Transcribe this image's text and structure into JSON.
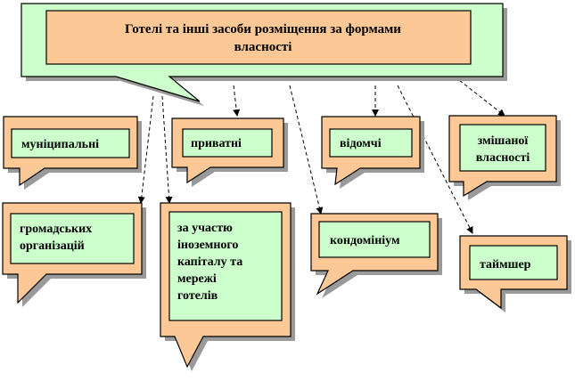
{
  "colors": {
    "title_outer": "#ccffcc",
    "title_inner": "#fcc996",
    "callout_outer": "#fcc996",
    "callout_inner": "#ccffcc",
    "outline": "#000000",
    "shadow": "#9a9a9a"
  },
  "title": {
    "lines": [
      "Готелі та інші засоби розміщення за формами",
      "власності"
    ]
  },
  "categories": [
    {
      "id": "municipal",
      "lines": [
        "муніципальні"
      ]
    },
    {
      "id": "private",
      "lines": [
        "приватні"
      ]
    },
    {
      "id": "departmental",
      "lines": [
        "відомчі"
      ]
    },
    {
      "id": "mixed",
      "lines": [
        "змішаної",
        "власності"
      ]
    },
    {
      "id": "public-organizations",
      "lines": [
        "громадських",
        "організацій"
      ]
    },
    {
      "id": "foreign-capital",
      "lines": [
        "за  участю",
        "іноземного",
        "капіталу   та",
        "мережі",
        "готелів"
      ]
    },
    {
      "id": "condominium",
      "lines": [
        "кондомініум"
      ]
    },
    {
      "id": "timeshare",
      "lines": [
        "таймшер"
      ]
    }
  ]
}
